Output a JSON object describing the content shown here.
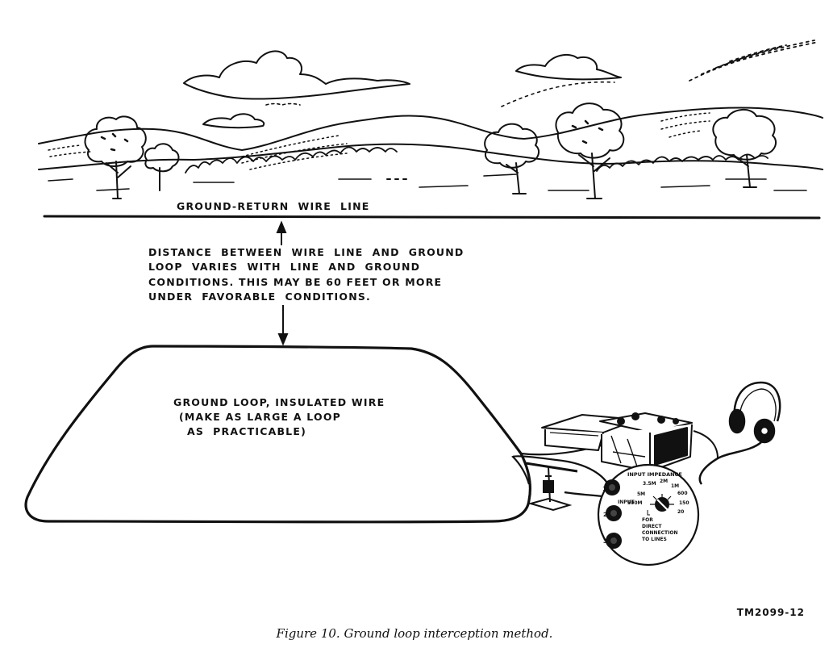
{
  "labels": {
    "wire_line": "GROUND-RETURN  WIRE  LINE",
    "distance_lines": [
      "DISTANCE  BETWEEN  WIRE  LINE  AND  GROUND",
      "LOOP  VARIES  WITH  LINE  AND  GROUND",
      "CONDITIONS. THIS MAY BE 60 FEET OR MORE",
      "UNDER  FAVORABLE  CONDITIONS."
    ],
    "loop_lines": [
      "GROUND LOOP, INSULATED WIRE",
      "(MAKE AS LARGE A LOOP",
      "AS  PRACTICABLE)"
    ]
  },
  "dial": {
    "title": "INPUT IMPEDANCE",
    "input_label": "INPUT",
    "jacks": [
      "1",
      "2",
      "3"
    ],
    "settings": [
      "3.5M",
      "2M",
      "1M",
      "5M",
      "600",
      "500M",
      "150",
      "20"
    ],
    "note_lines": [
      "FOR",
      "DIRECT",
      "CONNECTION",
      "TO LINES"
    ]
  },
  "figure_code": "TM2099-12",
  "caption": "Figure 10.   Ground loop interception method."
}
